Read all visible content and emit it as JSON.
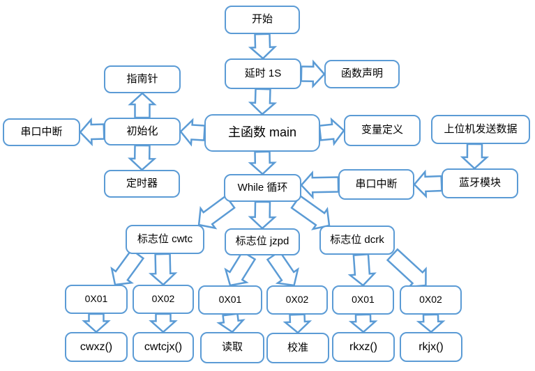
{
  "colors": {
    "accent": "#5B9BD5",
    "text": "#000000",
    "background": "#FFFFFF"
  },
  "nodes": {
    "start": {
      "label": "开始"
    },
    "delay": {
      "label": "延时 1S"
    },
    "funcDecl": {
      "label": "函数声明"
    },
    "compass": {
      "label": "指南针"
    },
    "serialIntLeft": {
      "label": "串口中断"
    },
    "init": {
      "label": "初始化"
    },
    "timer": {
      "label": "定时器"
    },
    "main": {
      "label": "主函数 main"
    },
    "varDef": {
      "label": "变量定义"
    },
    "hostSend": {
      "label": "上位机发送数据"
    },
    "whileLoop": {
      "label": "While 循环"
    },
    "serialIntRight": {
      "label": "串口中断"
    },
    "btModule": {
      "label": "蓝牙模块"
    },
    "flagCwtc": {
      "label": "标志位 cwtc"
    },
    "flagJzpd": {
      "label": "标志位 jzpd"
    },
    "flagDcrk": {
      "label": "标志位 dcrk"
    },
    "hex1": {
      "label": "0X01"
    },
    "hex2": {
      "label": "0X02"
    },
    "hex3": {
      "label": "0X01"
    },
    "hex4": {
      "label": "0X02"
    },
    "hex5": {
      "label": "0X01"
    },
    "hex6": {
      "label": "0X02"
    },
    "fnCwxz": {
      "label": "cwxz()"
    },
    "fnCwtcjx": {
      "label": "cwtcjx()"
    },
    "fnRead": {
      "label": "读取"
    },
    "fnCalib": {
      "label": "校准"
    },
    "fnRkxz": {
      "label": "rkxz()"
    },
    "fnRkjx": {
      "label": "rkjx()"
    }
  },
  "edges": [
    {
      "from": "start",
      "fromSide": "bottom",
      "to": "delay",
      "toSide": "top"
    },
    {
      "from": "delay",
      "fromSide": "right",
      "to": "funcDecl",
      "toSide": "left"
    },
    {
      "from": "delay",
      "fromSide": "bottom",
      "to": "main",
      "toSide": "top"
    },
    {
      "from": "main",
      "fromSide": "left",
      "to": "init",
      "toSide": "right"
    },
    {
      "from": "init",
      "fromSide": "top",
      "to": "compass",
      "toSide": "bottom"
    },
    {
      "from": "init",
      "fromSide": "left",
      "to": "serialIntLeft",
      "toSide": "right"
    },
    {
      "from": "init",
      "fromSide": "bottom",
      "to": "timer",
      "toSide": "top"
    },
    {
      "from": "main",
      "fromSide": "right",
      "to": "varDef",
      "toSide": "left"
    },
    {
      "from": "main",
      "fromSide": "bottom",
      "to": "whileLoop",
      "toSide": "top"
    },
    {
      "from": "hostSend",
      "fromSide": "bottom",
      "fromT": 0.44,
      "to": "btModule",
      "toSide": "top",
      "toT": 0.43
    },
    {
      "from": "btModule",
      "fromSide": "left",
      "to": "serialIntRight",
      "toSide": "right"
    },
    {
      "from": "serialIntRight",
      "fromSide": "left",
      "to": "whileLoop",
      "toSide": "right",
      "toT": 0.4
    },
    {
      "from": "whileLoop",
      "fromSide": "bottom",
      "fromT": 0.08,
      "to": "flagCwtc",
      "toSide": "top",
      "toT": 0.93
    },
    {
      "from": "whileLoop",
      "fromSide": "bottom",
      "to": "flagJzpd",
      "toSide": "top"
    },
    {
      "from": "whileLoop",
      "fromSide": "bottom",
      "fromT": 0.93,
      "to": "flagDcrk",
      "toSide": "top",
      "toT": 0.13
    },
    {
      "from": "flagCwtc",
      "fromSide": "bottom",
      "fromT": 0.15,
      "to": "hex1",
      "toSide": "top",
      "toT": 0.8
    },
    {
      "from": "flagCwtc",
      "fromSide": "bottom",
      "fromT": 0.47,
      "to": "hex2",
      "toSide": "top",
      "toT": 0.5
    },
    {
      "from": "flagJzpd",
      "fromSide": "bottom",
      "fromT": 0.32,
      "to": "hex3",
      "toSide": "top",
      "toT": 0.5
    },
    {
      "from": "flagJzpd",
      "fromSide": "bottom",
      "fromT": 0.65,
      "to": "hex4",
      "toSide": "top",
      "toT": 0.45
    },
    {
      "from": "flagDcrk",
      "fromSide": "bottom",
      "fromT": 0.55,
      "to": "hex5",
      "toSide": "top",
      "toT": 0.5
    },
    {
      "from": "flagDcrk",
      "fromSide": "bottom",
      "fromT": 0.97,
      "to": "hex6",
      "toSide": "top",
      "toT": 0.42
    },
    {
      "from": "hex1",
      "fromSide": "bottom",
      "to": "fnCwxz",
      "toSide": "top"
    },
    {
      "from": "hex2",
      "fromSide": "bottom",
      "to": "fnCwtcjx",
      "toSide": "top"
    },
    {
      "from": "hex3",
      "fromSide": "bottom",
      "to": "fnRead",
      "toSide": "top"
    },
    {
      "from": "hex4",
      "fromSide": "bottom",
      "to": "fnCalib",
      "toSide": "top"
    },
    {
      "from": "hex5",
      "fromSide": "bottom",
      "to": "fnRkxz",
      "toSide": "top"
    },
    {
      "from": "hex6",
      "fromSide": "bottom",
      "to": "fnRkjx",
      "toSide": "top"
    }
  ]
}
